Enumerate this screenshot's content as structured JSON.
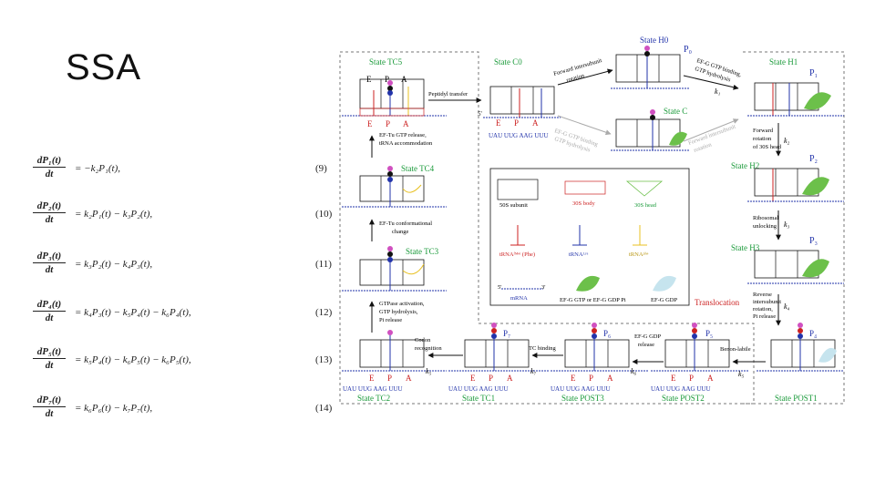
{
  "slide": {
    "title": "SSA"
  },
  "equations": [
    {
      "lhs_num": "dP₁(t)",
      "lhs_den": "dt",
      "rhs": "=  −k₂P₁(t),",
      "number": "(9)"
    },
    {
      "lhs_num": "dP₂(t)",
      "lhs_den": "dt",
      "rhs": "= k₂P₁(t) − k₃P₂(t),",
      "number": "(10)"
    },
    {
      "lhs_num": "dP₃(t)",
      "lhs_den": "dt",
      "rhs": "= k₃P₂(t) − k₄P₃(t),",
      "number": "(11)"
    },
    {
      "lhs_num": "dP₄(t)",
      "lhs_den": "dt",
      "rhs": "= k₄P₃(t) − k₅P₄(t) − k₆P₄(t),",
      "number": "(12)"
    },
    {
      "lhs_num": "dP₅(t)",
      "lhs_den": "dt",
      "rhs": "= k₅P₄(t) − k₆P₅(t) − k₆P₅(t),",
      "number": "(13)"
    },
    {
      "lhs_num": "dP₇(t)",
      "lhs_den": "dt",
      "rhs": "= k₆P₆(t) − k₇P₇(t),",
      "number": "(14)"
    }
  ],
  "states": {
    "tc5": "State TC5",
    "tc4": "State TC4",
    "tc3": "State TC3",
    "tc2": "State TC2",
    "tc1": "State TC1",
    "c0": "State C0",
    "c": "State C",
    "h0": "State H0",
    "h1": "State H1",
    "h2": "State H2",
    "h3": "State H3",
    "post1": "State POST1",
    "post2": "State POST2",
    "post3": "State POST3"
  },
  "p_labels": {
    "p0": "P₀",
    "p1": "P₁",
    "p2": "P₂",
    "p3": "P₃",
    "p4": "P₄",
    "p5": "P₅",
    "p6": "P₆",
    "p7": "P₇"
  },
  "k_labels": {
    "k1": "k₁",
    "k2": "k₂",
    "k3": "k₃",
    "k4": "k₄",
    "k5a": "k₅",
    "k5b": "k₅",
    "k6": "k₆",
    "k7": "k₇"
  },
  "site_labels": {
    "e": "E",
    "p": "P",
    "a": "A"
  },
  "codons": "UAU UUG AAG UUU",
  "mrna_5": "5'",
  "mrna_3": "3'",
  "transitions": {
    "peptidyl": "Peptidyl transfer",
    "ef_tu_gtp_1": "EF-Tu GTP release,",
    "ef_tu_gtp_2": "tRNA accommodation",
    "ef_tu_conf_1": "EF-Tu conformational",
    "ef_tu_conf_2": "change",
    "gtpase_1": "GTPase activation,",
    "gtpase_2": "GTP hydrolysis,",
    "gtpase_3": "Pi release",
    "codon_1": "Codon",
    "codon_2": "recognition",
    "tc_binding": "TC binding",
    "efg_gdp_1": "EF-G GDP",
    "efg_gdp_2": "release",
    "benon": "Benon-labile",
    "fwd_inter_1": "Forward intersubunit",
    "fwd_inter_2": "rotation",
    "efg_binding_1": "EF-G GTP binding,",
    "efg_binding_2": "GTP hydrolysis",
    "efg_grey_1": "EF-G GTP binding",
    "efg_grey_2": "GTP hydrolysis",
    "fwd_grey_1": "Forward intersubunit",
    "fwd_grey_2": "rotation",
    "fwd_30s_1": "Forward",
    "fwd_30s_2": "rotation",
    "fwd_30s_3": "of 30S head",
    "ribo_1": "Ribosomal",
    "ribo_2": "unlocking",
    "rev_1": "Reverse",
    "rev_2": "intersubunit",
    "rev_3": "rotation,",
    "rev_4": "Pi release"
  },
  "legend": {
    "s50": "50S subunit",
    "s30body": "30S body",
    "s30head": "30S head",
    "trna_fmet": "tRNAᶠᴹᵉᵗ (Phe)",
    "trna_lys": "tRNAᴸʸˢ",
    "trna_phe": "tRNAᵖʰᵉ",
    "mrna": "mRNA",
    "efg_gtp": "EF-G GTP or EF-G GDP Pi",
    "efg_gdp": "EF-G GDP",
    "translocation": "Translocation"
  },
  "colors": {
    "green": "#1a9a3a",
    "blue": "#2233aa",
    "red": "#cc2222",
    "dashed": "#777777",
    "efg_green": "#6cc04a",
    "efg_light": "#c6e4ee",
    "trna_yellow": "#e8c020",
    "magenta": "#d050c0"
  }
}
